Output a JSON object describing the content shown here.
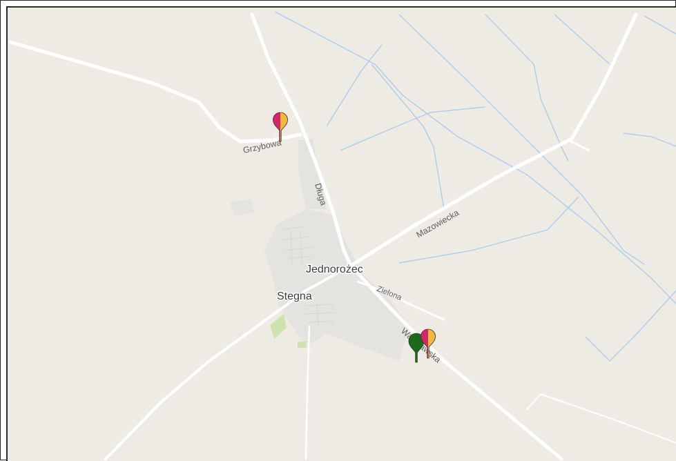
{
  "map": {
    "places": {
      "jednorozec": "Jednorożec",
      "stegna": "Stegna"
    },
    "streets": {
      "grzybowa": "Grzybowa",
      "dluga": "Długa",
      "mazowiecka": "Mazowiecka",
      "zielona": "Zielona",
      "warszawska": "Warszawska"
    },
    "colors": {
      "land": "#eeebe5",
      "road": "#ffffff",
      "water": "#a9c8ea",
      "built_up": "#e3e2df",
      "park": "#c9e0a8",
      "marker_green": "#1e6a1c",
      "marker_magenta": "#d4266a",
      "marker_yellow": "#f4b73e"
    },
    "markers": [
      {
        "name": "split-marker",
        "icon": "map-pin-icon",
        "colors": [
          "#d4266a",
          "#f4b73e"
        ]
      },
      {
        "name": "green-marker",
        "icon": "map-pin-icon",
        "colors": [
          "#1e6a1c"
        ]
      },
      {
        "name": "split-marker",
        "icon": "map-pin-icon",
        "colors": [
          "#d4266a",
          "#f4b73e"
        ]
      }
    ]
  }
}
